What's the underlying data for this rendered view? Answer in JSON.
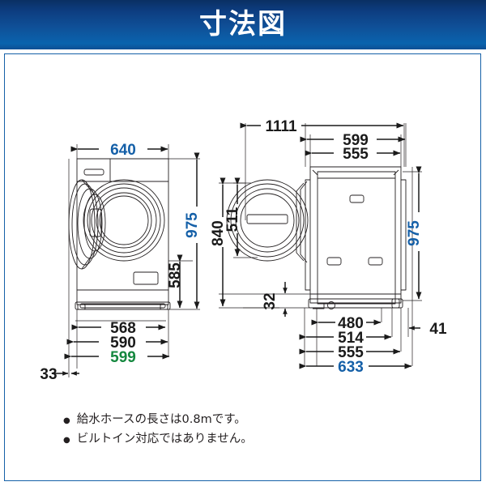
{
  "header": {
    "title": "寸法図"
  },
  "colors": {
    "banner_dark": "#0a2f63",
    "banner_light": "#0a63ad",
    "frame_border": "#1560a8",
    "dim_blue": "#1560a8",
    "dim_green": "#15883f",
    "dim_black": "#1a1a1a",
    "line": "#231f20"
  },
  "diagram": {
    "left_view": {
      "name": "front-view-door-open",
      "dimensions": {
        "width_overall": {
          "value": "640",
          "color": "blue",
          "orientation": "horizontal"
        },
        "height_total": {
          "value": "975",
          "color": "blue",
          "orientation": "vertical"
        },
        "height_body": {
          "value": "585",
          "color": "black",
          "orientation": "vertical"
        },
        "depth_568": {
          "value": "568",
          "color": "black",
          "orientation": "horizontal"
        },
        "depth_590": {
          "value": "590",
          "color": "black",
          "orientation": "horizontal"
        },
        "depth_599": {
          "value": "599",
          "color": "green",
          "orientation": "horizontal"
        },
        "offset_33": {
          "value": "33",
          "color": "black",
          "orientation": "horizontal"
        }
      }
    },
    "right_view": {
      "name": "top-view-door-open",
      "dimensions": {
        "width_door_open": {
          "value": "1111",
          "color": "black",
          "orientation": "horizontal"
        },
        "width_599": {
          "value": "599",
          "color": "black",
          "orientation": "horizontal"
        },
        "width_555_top": {
          "value": "555",
          "color": "black",
          "orientation": "horizontal"
        },
        "depth_840": {
          "value": "840",
          "color": "black",
          "orientation": "vertical"
        },
        "depth_511": {
          "value": "511",
          "color": "black",
          "orientation": "vertical"
        },
        "height_975": {
          "value": "975",
          "color": "blue",
          "orientation": "vertical"
        },
        "gap_32": {
          "value": "32",
          "color": "black",
          "orientation": "vertical"
        },
        "width_480": {
          "value": "480",
          "color": "black",
          "orientation": "horizontal"
        },
        "width_514": {
          "value": "514",
          "color": "black",
          "orientation": "horizontal"
        },
        "width_555_bottom": {
          "value": "555",
          "color": "black",
          "orientation": "horizontal"
        },
        "width_633": {
          "value": "633",
          "color": "blue",
          "orientation": "horizontal"
        },
        "offset_41": {
          "value": "41",
          "color": "black",
          "orientation": "horizontal"
        }
      }
    }
  },
  "notes": [
    {
      "bullet": "●",
      "text": "給水ホースの長さは0.8mです。"
    },
    {
      "bullet": "●",
      "text": "ビルトイン対応ではありません。"
    }
  ]
}
